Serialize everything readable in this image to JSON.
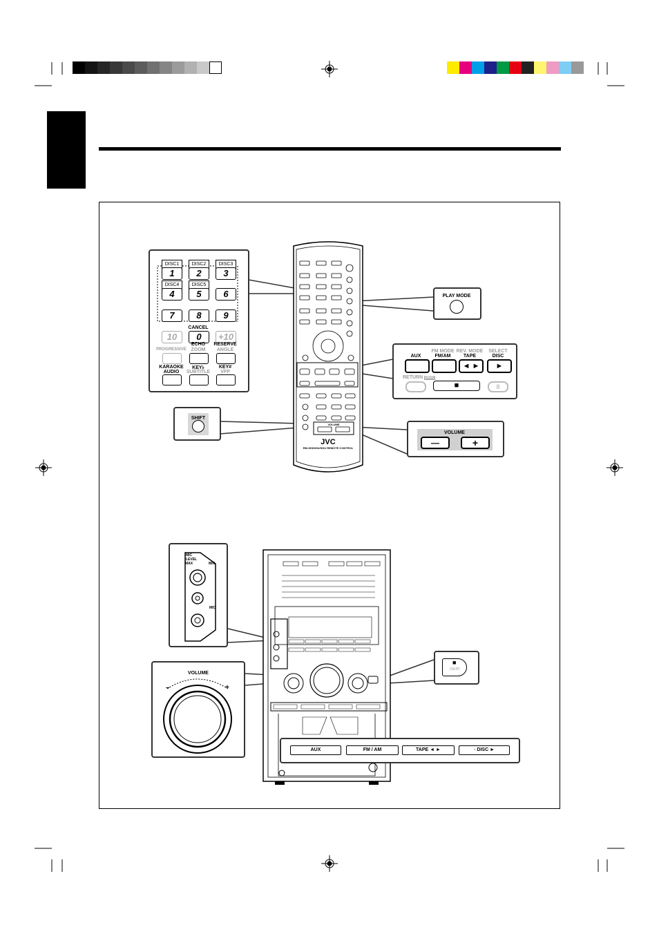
{
  "colors": {
    "grayscale": [
      "#000000",
      "#141414",
      "#262626",
      "#383838",
      "#4a4a4a",
      "#5c5c5c",
      "#707070",
      "#858585",
      "#9b9b9b",
      "#b1b1b1",
      "#c9c9c9",
      "#ffffff"
    ],
    "process": [
      "#ffeb00",
      "#e6007e",
      "#00a0e9",
      "#1d2088",
      "#009944",
      "#e60012",
      "#222222",
      "#fff56e",
      "#f09bc2",
      "#7dcdf4",
      "#999999"
    ]
  },
  "remote_numpad": {
    "disc_tags": [
      "DISC1",
      "DISC2",
      "DISC3",
      "DISC4",
      "DISC5"
    ],
    "digits": [
      "1",
      "2",
      "3",
      "4",
      "5",
      "6",
      "7",
      "8",
      "9"
    ],
    "cancel": "CANCEL",
    "zero": "0",
    "ten": "10",
    "plus_ten": "+10",
    "progressive": "PROGRESSIVE",
    "echo": "ECHO",
    "zoom": "ZOOM",
    "reserve": "RESERVE",
    "angle": "ANGLE",
    "karaoke": "KARAOKE",
    "audio": "AUDIO",
    "key_flat": "KEY♭",
    "subtitle": "SUBTITLE",
    "key_sharp": "KEY#",
    "vfp": "VFP"
  },
  "play_mode": {
    "label": "PLAY MODE"
  },
  "source_keys": {
    "aux": "AUX",
    "fm_mode": "FM MODE",
    "fm_am": "FM/AM",
    "rev_mode": "REV. MODE",
    "tape": "TAPE",
    "tape_symbol": "◄ ►",
    "select": "SELECT",
    "disc": "DISC",
    "disc_symbol": "►",
    "return": "RETURN",
    "return_badge": "DISC",
    "stop_symbol": "■",
    "pause_symbol": "II"
  },
  "shift": {
    "label": "SHIFT"
  },
  "volume_remote": {
    "label": "VOLUME",
    "minus": "—",
    "plus": "+"
  },
  "remote": {
    "brand": "JVC",
    "model": "RM-SHXD9U/SDU REMOTE CONTROL",
    "volume_label": "VOLUME"
  },
  "main_unit": {
    "mic_level": "MIC LEVEL",
    "max": "MAX",
    "min": "MIN",
    "mic": "MIC",
    "volume_label": "VOLUME",
    "vol_minus": "–",
    "vol_plus": "+",
    "stop_symbol": "■",
    "stop_sub": "(SKIP)",
    "source_buttons": [
      "AUX",
      "FM / AM",
      "TAPE ◄ ►",
      "◦  DISC ►"
    ]
  }
}
